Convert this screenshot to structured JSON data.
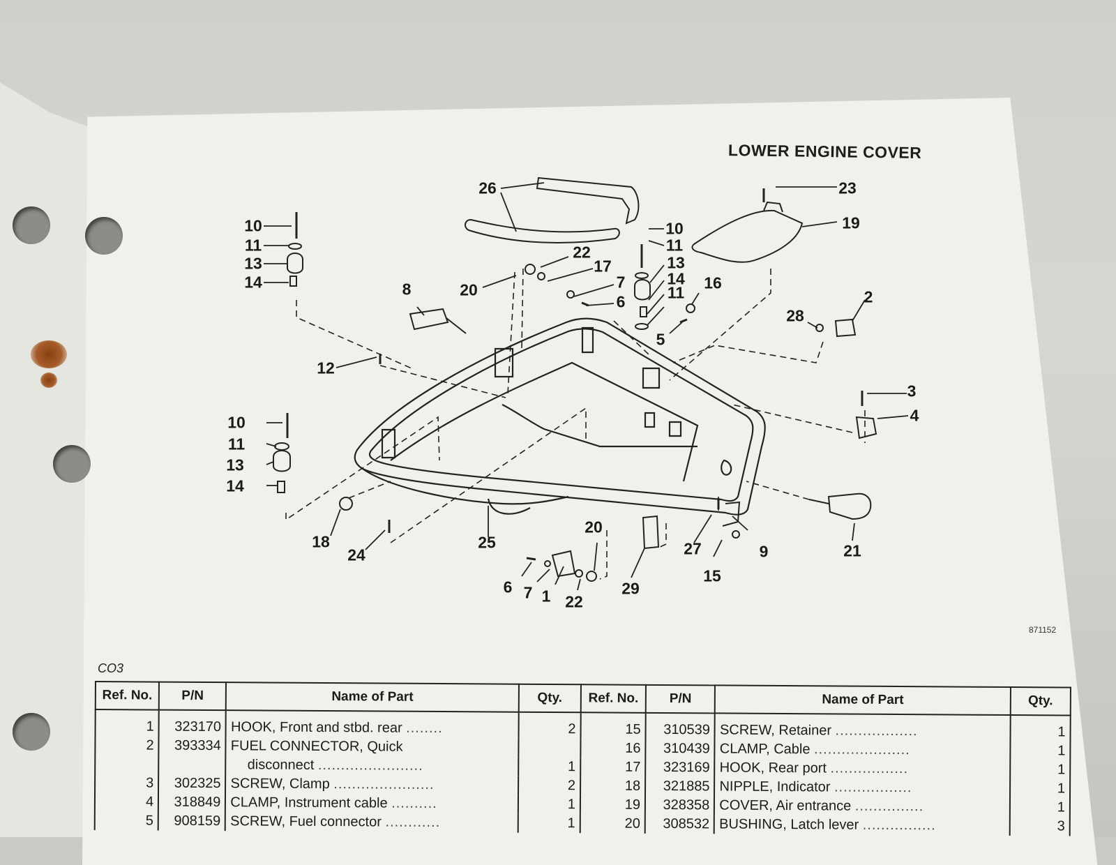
{
  "page": {
    "title": "LOWER ENGINE COVER",
    "drawing_number": "871152",
    "section_code": "CO3"
  },
  "callouts": [
    "26",
    "23",
    "19",
    "10",
    "11",
    "13",
    "14",
    "22",
    "17",
    "20",
    "7",
    "6",
    "8",
    "16",
    "2",
    "28",
    "5",
    "12",
    "3",
    "4",
    "21",
    "9",
    "15",
    "27",
    "29",
    "1",
    "24",
    "18",
    "25"
  ],
  "table": {
    "headers": [
      "Ref. No.",
      "P/N",
      "Name of Part",
      "Qty.",
      "Ref. No.",
      "P/N",
      "Name of Part",
      "Qty."
    ],
    "rows": [
      {
        "l_ref": "1",
        "l_pn": "323170",
        "l_name": "HOOK, Front and stbd. rear",
        "l_qty": "2",
        "r_ref": "15",
        "r_pn": "310539",
        "r_name": "SCREW, Retainer",
        "r_qty": "1"
      },
      {
        "l_ref": "2",
        "l_pn": "393334",
        "l_name": "FUEL  CONNECTOR,  Quick",
        "l_qty": "",
        "r_ref": "16",
        "r_pn": "310439",
        "r_name": "CLAMP, Cable",
        "r_qty": "1"
      },
      {
        "l_ref": "",
        "l_pn": "",
        "l_name": "disconnect",
        "l_qty": "1",
        "r_ref": "17",
        "r_pn": "323169",
        "r_name": "HOOK, Rear port",
        "r_qty": "1"
      },
      {
        "l_ref": "3",
        "l_pn": "302325",
        "l_name": "SCREW, Clamp",
        "l_qty": "2",
        "r_ref": "18",
        "r_pn": "321885",
        "r_name": "NIPPLE, Indicator",
        "r_qty": "1"
      },
      {
        "l_ref": "4",
        "l_pn": "318849",
        "l_name": "CLAMP, Instrument cable",
        "l_qty": "1",
        "r_ref": "19",
        "r_pn": "328358",
        "r_name": "COVER, Air entrance",
        "r_qty": "1"
      },
      {
        "l_ref": "5",
        "l_pn": "908159",
        "l_name": "SCREW, Fuel connector",
        "l_qty": "1",
        "r_ref": "20",
        "r_pn": "308532",
        "r_name": "BUSHING, Latch lever",
        "r_qty": "3"
      }
    ]
  }
}
